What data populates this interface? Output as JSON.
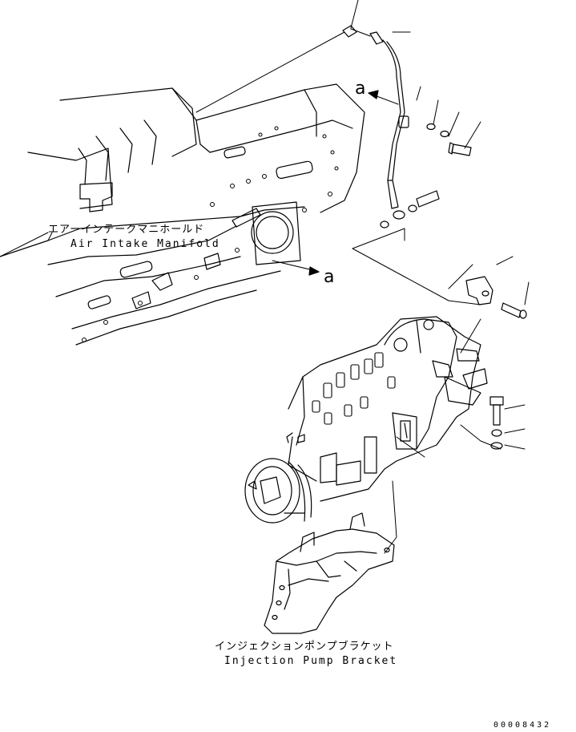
{
  "labels": {
    "air_intake_manifold_jp": "エアーインテークマニホールド",
    "air_intake_manifold_en": "Air Intake Manifold",
    "injection_pump_bracket_jp": "インジェクションポンプブラケット",
    "injection_pump_bracket_en": "Injection Pump Bracket",
    "view_a_top": "a",
    "view_a_bottom": "a",
    "drawing_number": "00008432"
  },
  "colors": {
    "line": "#000000",
    "background": "#ffffff"
  }
}
